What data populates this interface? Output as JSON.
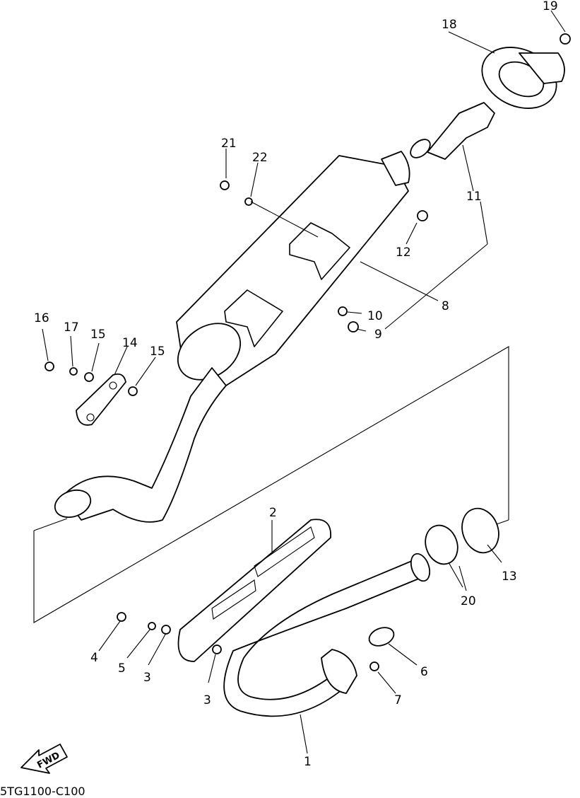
{
  "diagram": {
    "code": "5TG1100-C100",
    "fwd_label": "FWD",
    "callouts": [
      "1",
      "2",
      "3",
      "3",
      "4",
      "5",
      "6",
      "7",
      "8",
      "9",
      "10",
      "11",
      "12",
      "13",
      "14",
      "15",
      "15",
      "16",
      "17",
      "18",
      "19",
      "20",
      "21",
      "22"
    ]
  }
}
